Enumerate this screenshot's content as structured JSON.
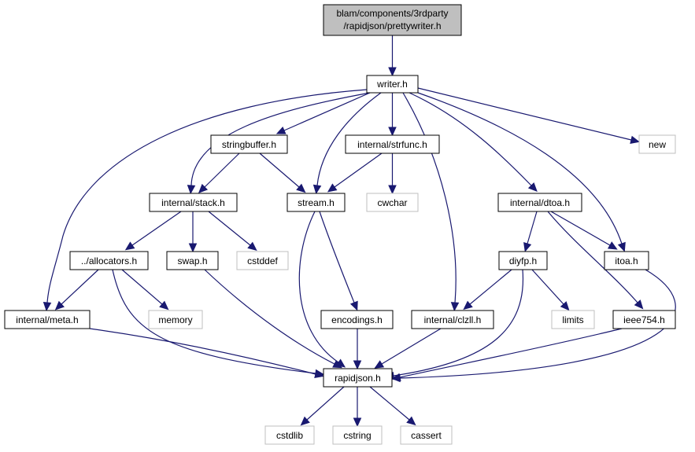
{
  "nodes": {
    "prettywriter": {
      "label_line1": "blam/components/3rdparty",
      "label_line2": "/rapidjson/prettywriter.h",
      "current": true
    },
    "writer": {
      "label": "writer.h"
    },
    "stringbuffer": {
      "label": "stringbuffer.h"
    },
    "strfunc": {
      "label": "internal/strfunc.h"
    },
    "new": {
      "label": "new",
      "external": true
    },
    "stack": {
      "label": "internal/stack.h"
    },
    "stream": {
      "label": "stream.h"
    },
    "cwchar": {
      "label": "cwchar",
      "external": true
    },
    "dtoa": {
      "label": "internal/dtoa.h"
    },
    "allocators": {
      "label": "../allocators.h"
    },
    "swap": {
      "label": "swap.h"
    },
    "cstddef": {
      "label": "cstddef",
      "external": true
    },
    "diyfp": {
      "label": "diyfp.h"
    },
    "itoa": {
      "label": "itoa.h"
    },
    "meta": {
      "label": "internal/meta.h"
    },
    "memory": {
      "label": "memory",
      "external": true
    },
    "encodings": {
      "label": "encodings.h"
    },
    "clzll": {
      "label": "internal/clzll.h"
    },
    "limits": {
      "label": "limits",
      "external": true
    },
    "ieee754": {
      "label": "ieee754.h"
    },
    "rapidjson": {
      "label": "rapidjson.h"
    },
    "cstdlib": {
      "label": "cstdlib",
      "external": true
    },
    "cstring": {
      "label": "cstring",
      "external": true
    },
    "cassert": {
      "label": "cassert",
      "external": true
    }
  },
  "edges": [
    [
      "prettywriter",
      "writer"
    ],
    [
      "writer",
      "stringbuffer"
    ],
    [
      "writer",
      "strfunc"
    ],
    [
      "writer",
      "new"
    ],
    [
      "writer",
      "stack"
    ],
    [
      "writer",
      "stream"
    ],
    [
      "writer",
      "dtoa"
    ],
    [
      "writer",
      "itoa"
    ],
    [
      "writer",
      "meta"
    ],
    [
      "writer",
      "clzll"
    ],
    [
      "stringbuffer",
      "stack"
    ],
    [
      "stringbuffer",
      "stream"
    ],
    [
      "strfunc",
      "stream"
    ],
    [
      "strfunc",
      "cwchar"
    ],
    [
      "stack",
      "allocators"
    ],
    [
      "stack",
      "swap"
    ],
    [
      "stack",
      "cstddef"
    ],
    [
      "stream",
      "encodings"
    ],
    [
      "stream",
      "rapidjson"
    ],
    [
      "dtoa",
      "diyfp"
    ],
    [
      "dtoa",
      "itoa"
    ],
    [
      "dtoa",
      "ieee754"
    ],
    [
      "allocators",
      "meta"
    ],
    [
      "allocators",
      "memory"
    ],
    [
      "allocators",
      "rapidjson"
    ],
    [
      "swap",
      "rapidjson"
    ],
    [
      "diyfp",
      "clzll"
    ],
    [
      "diyfp",
      "limits"
    ],
    [
      "diyfp",
      "rapidjson"
    ],
    [
      "itoa",
      "rapidjson"
    ],
    [
      "meta",
      "rapidjson"
    ],
    [
      "encodings",
      "rapidjson"
    ],
    [
      "clzll",
      "rapidjson"
    ],
    [
      "ieee754",
      "rapidjson"
    ],
    [
      "rapidjson",
      "cstdlib"
    ],
    [
      "rapidjson",
      "cstring"
    ],
    [
      "rapidjson",
      "cassert"
    ]
  ],
  "colors": {
    "edge": "#191970",
    "root_fill": "#bfbfbf",
    "external_border": "#bfbfbf"
  }
}
